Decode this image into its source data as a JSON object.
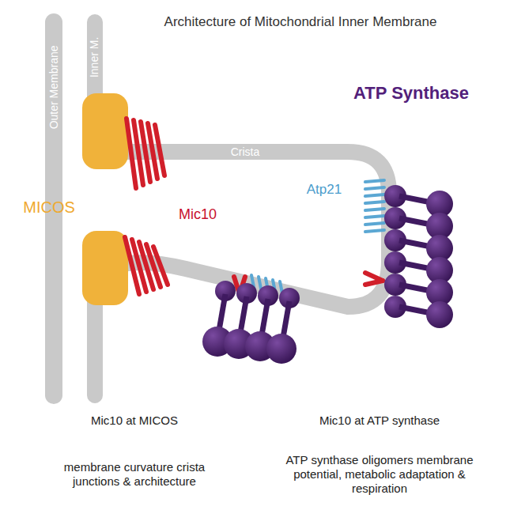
{
  "diagram": {
    "title": "Architecture of Mitochondrial Inner Membrane",
    "labels": [
      "Outer Membrane",
      "Inner M.",
      "Crista",
      "MICOS",
      "Mic10",
      "Atp21",
      "ATP Synthase",
      "Mic10 at MICOS",
      "membrane curvature crista junctions & architecture",
      "Mic10 at ATP synthase",
      "ATP synthase oligomers membrane potential, metabolic adaptation & respiration"
    ]
  }
}
